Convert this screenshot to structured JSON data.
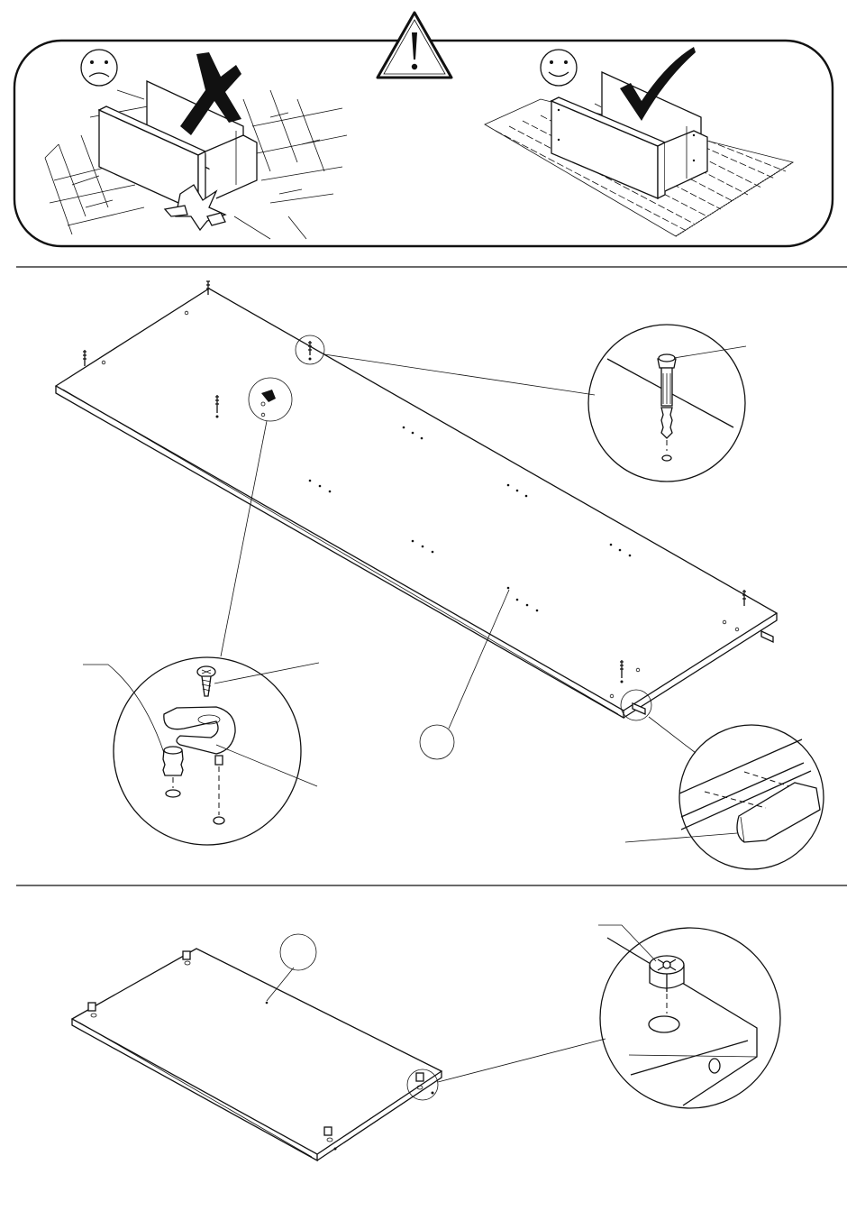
{
  "sections": {
    "warning": {
      "wrong_icon": "sad-face-icon",
      "right_icon": "smiley-face-icon",
      "warning_icon": "warning-triangle-icon",
      "cross_icon": "x-mark-icon",
      "check_icon": "checkmark-icon"
    },
    "step1": {
      "part_label": "",
      "detail_cam_bolt": "cam-bolt",
      "detail_bracket": "bracket-with-screw-and-dowel",
      "detail_glide": "plastic-glide"
    },
    "step2": {
      "part_label": "",
      "detail_cam_lock": "cam-lock"
    }
  },
  "colors": {
    "line": "#111111",
    "background": "#ffffff"
  }
}
